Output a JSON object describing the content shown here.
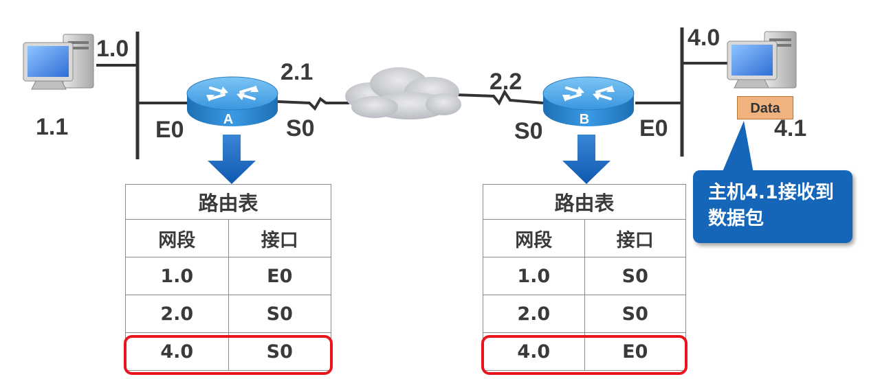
{
  "left_host": {
    "network_label": "1.0",
    "host_label": "1.1"
  },
  "router_a": {
    "name": "A",
    "e0_label": "E0",
    "s0_label": "S0",
    "serial_addr": "2.1",
    "table": {
      "title": "路由表",
      "headers": [
        "网段",
        "接口"
      ],
      "rows": [
        [
          "1.0",
          "E0"
        ],
        [
          "2.0",
          "S0"
        ],
        [
          "4.0",
          "S0"
        ]
      ],
      "highlight_row": 2
    }
  },
  "router_b": {
    "name": "B",
    "s0_label": "S0",
    "e0_label": "E0",
    "serial_addr": "2.2",
    "table": {
      "title": "路由表",
      "headers": [
        "网段",
        "接口"
      ],
      "rows": [
        [
          "1.0",
          "S0"
        ],
        [
          "2.0",
          "S0"
        ],
        [
          "4.0",
          "E0"
        ]
      ],
      "highlight_row": 2
    }
  },
  "right_host": {
    "network_label": "4.0",
    "host_label": "4.1",
    "packet_label": "Data"
  },
  "callout": {
    "text": "主机4.1接收到数据包"
  },
  "colors": {
    "router_blue": "#2b8ed6",
    "arrow_blue": "#1663bd",
    "highlight_red": "#e8161c",
    "callout_blue": "#1565b9",
    "packet_orange": "#f0b27f",
    "text_gray": "#3a3a3a"
  }
}
